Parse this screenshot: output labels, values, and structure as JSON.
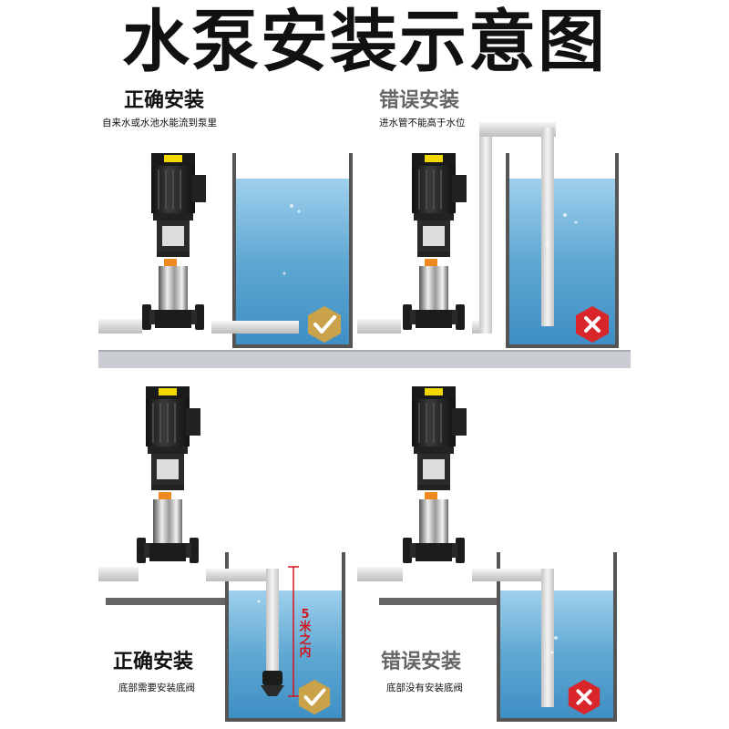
{
  "title": "水泵安装示意图",
  "panels": [
    {
      "id": "top-left",
      "status": "correct",
      "label": "正确安装",
      "caption": "自来水或水池水能流到泵里"
    },
    {
      "id": "top-right",
      "status": "wrong",
      "label": "错误安装",
      "caption": "进水管不能高于水位"
    },
    {
      "id": "bottom-left",
      "status": "correct",
      "label": "正确安装",
      "caption": "底部需要安装底阀"
    },
    {
      "id": "bottom-right",
      "status": "wrong",
      "label": "错误安装",
      "caption": "底部没有安装底阀"
    }
  ],
  "depth_note": "5米之内",
  "icons": {
    "correct": "check-icon",
    "wrong": "cross-icon"
  },
  "colors": {
    "water": "#5fa8d3",
    "tank_wall": "#555555",
    "floor": "#c9ccd0",
    "check_badge": "#c9a24a",
    "cross_badge": "#d9262b"
  }
}
